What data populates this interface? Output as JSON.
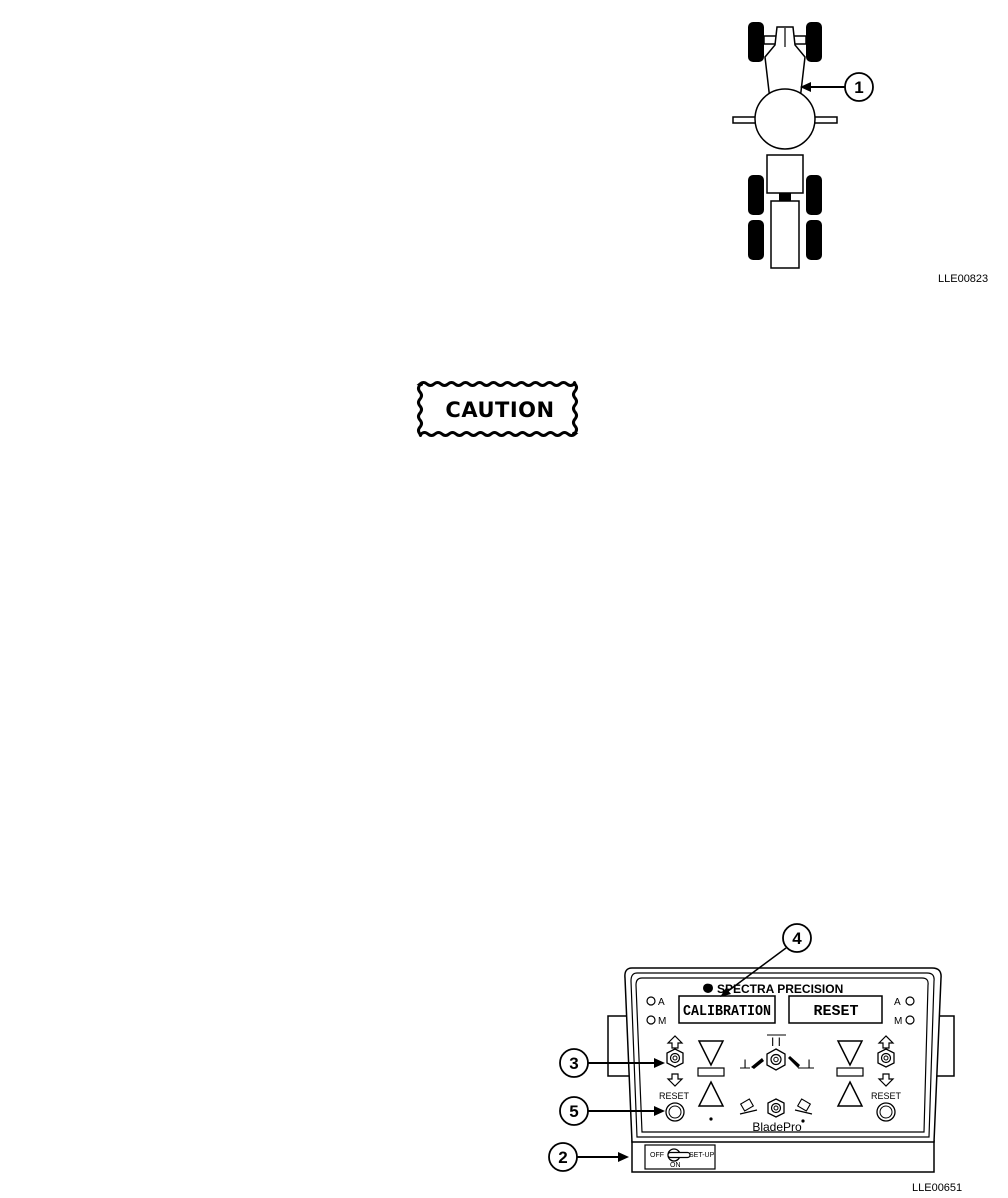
{
  "figure1": {
    "callout_1": "1",
    "figure_code": "LLE00823"
  },
  "caution": {
    "label": "CAUTION"
  },
  "figure2": {
    "brand": "SPECTRA PRECISION",
    "lcd_left": "CALIBRATION",
    "lcd_right": "RESET",
    "indicator_a_left": "A",
    "indicator_m_left": "M",
    "indicator_a_right": "A",
    "indicator_m_right": "M",
    "reset_left": "RESET",
    "reset_right": "RESET",
    "product_name": "BladePro",
    "switch_off": "OFF",
    "switch_setup": "SET-UP",
    "switch_on": "ON",
    "callout_2": "2",
    "callout_3": "3",
    "callout_4": "4",
    "callout_5": "5",
    "figure_code": "LLE00651"
  }
}
